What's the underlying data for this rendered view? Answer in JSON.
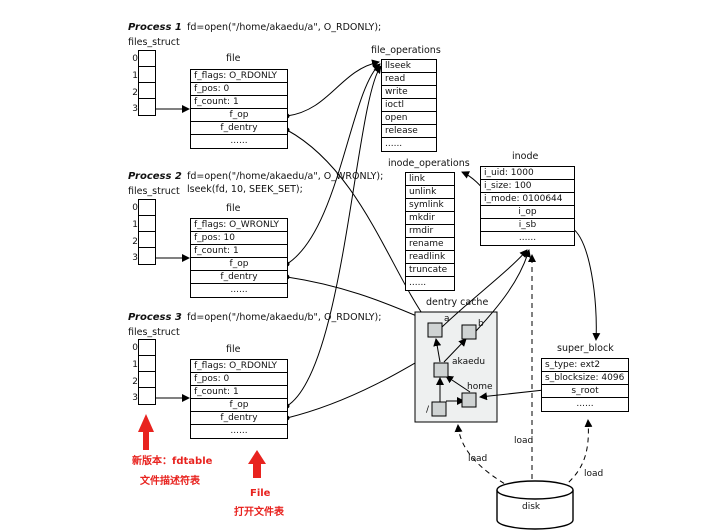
{
  "process1": {
    "title": "Process 1",
    "code": "fd=open(\"/home/akaedu/a\", O_RDONLY);",
    "files_struct_label": "files_struct",
    "indices": [
      "0",
      "1",
      "2",
      "3"
    ],
    "file_label": "file",
    "file_rows": [
      "f_flags: O_RDONLY",
      "f_pos: 0",
      "f_count: 1",
      "f_op",
      "f_dentry",
      "......"
    ]
  },
  "process2": {
    "title": "Process 2",
    "code": "fd=open(\"/home/akaedu/a\", O_WRONLY);",
    "code2": "lseek(fd, 10, SEEK_SET);",
    "files_struct_label": "files_struct",
    "indices": [
      "0",
      "1",
      "2",
      "3"
    ],
    "file_label": "file",
    "file_rows": [
      "f_flags: O_WRONLY",
      "f_pos: 10",
      "f_count: 1",
      "f_op",
      "f_dentry",
      "......"
    ]
  },
  "process3": {
    "title": "Process 3",
    "code": "fd=open(\"/home/akaedu/b\", O_RDONLY);",
    "files_struct_label": "files_struct",
    "indices": [
      "0",
      "1",
      "2",
      "3"
    ],
    "file_label": "file",
    "file_rows": [
      "f_flags: O_RDONLY",
      "f_pos: 0",
      "f_count: 1",
      "f_op",
      "f_dentry",
      "......"
    ]
  },
  "file_operations": {
    "label": "file_operations",
    "rows": [
      "llseek",
      "read",
      "write",
      "ioctl",
      "open",
      "release",
      "......"
    ]
  },
  "inode_operations": {
    "label": "inode_operations",
    "rows": [
      "link",
      "unlink",
      "symlink",
      "mkdir",
      "rmdir",
      "rename",
      "readlink",
      "truncate",
      "......"
    ]
  },
  "inode": {
    "label": "inode",
    "rows": [
      "i_uid: 1000",
      "i_size: 100",
      "i_mode: 0100644",
      "i_op",
      "i_sb",
      "......"
    ]
  },
  "dentry_cache": {
    "label": "dentry cache",
    "nodes": [
      "a",
      "b",
      "akaedu",
      "home",
      "/"
    ]
  },
  "super_block": {
    "label": "super_block",
    "rows": [
      "s_type: ext2",
      "s_blocksize: 4096",
      "s_root",
      "......"
    ]
  },
  "disk_label": "disk",
  "load_labels": [
    "load",
    "load",
    "load"
  ],
  "annotations": {
    "fdtable_line1": "新版本：fdtable",
    "fdtable_line2": "文件描述符表",
    "file_line1": "File",
    "file_line2": "打开文件表"
  },
  "colors": {
    "arrow_red": "#e8231f",
    "node_fill": "#cfd3d3",
    "cache_fill": "#eef0f0"
  }
}
